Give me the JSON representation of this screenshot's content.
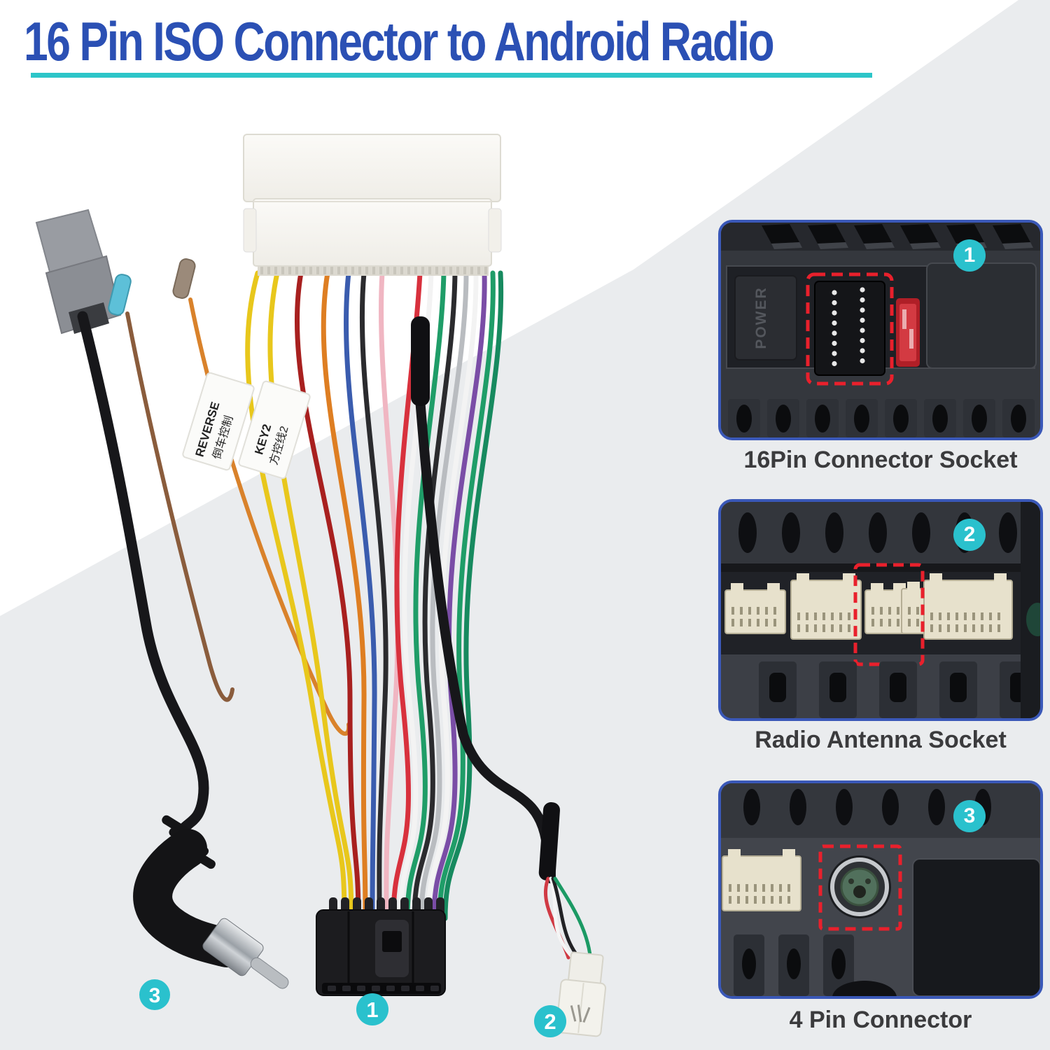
{
  "title": {
    "text": "16 Pin ISO Connector to Android Radio",
    "color": "#2b50b4",
    "underline_color": "#2cc5c8"
  },
  "background": {
    "white": "#ffffff",
    "grey": "#eaecee"
  },
  "harness": {
    "badge_color": "#2ac1cd",
    "callouts": [
      {
        "number": "1"
      },
      {
        "number": "2"
      },
      {
        "number": "3"
      }
    ],
    "labels": [
      {
        "en": "REVERSE",
        "zh": "倒车控制"
      },
      {
        "en": "KEY2",
        "zh": "方控线2"
      }
    ],
    "wire_colors": [
      "#e8c71c",
      "#e8c71c",
      "#a8201f",
      "#de7e22",
      "#3a5cae",
      "#2b2b2e",
      "#f0b6c2",
      "#d8313d",
      "#f3f3f3",
      "#1f9d68",
      "#2b2b2e",
      "#b9bcc0",
      "#f3f3f3",
      "#7a4da6",
      "#1f9d68",
      "#178a5f"
    ],
    "four_pin_wire_colors": [
      "#d03a44",
      "#f5f5f5",
      "#222225",
      "#1b9a64"
    ],
    "cable_color": "#17171a",
    "iso_connector_color": "#f7f6f2",
    "black_connector_color": "#1c1c1f",
    "white_connector_color": "#f3f2ec",
    "antenna_adapter_color": "#999ca2"
  },
  "panels": [
    {
      "number": "1",
      "caption": "16Pin Connector Socket",
      "embossed_text": "POWER",
      "highlight_color": "#e9202c",
      "border_color": "#3a58b8"
    },
    {
      "number": "2",
      "caption": "Radio Antenna Socket",
      "highlight_color": "#e9202c",
      "border_color": "#3a58b8"
    },
    {
      "number": "3",
      "caption": "4 Pin Connector",
      "highlight_color": "#e9202c",
      "border_color": "#3a58b8"
    }
  ]
}
